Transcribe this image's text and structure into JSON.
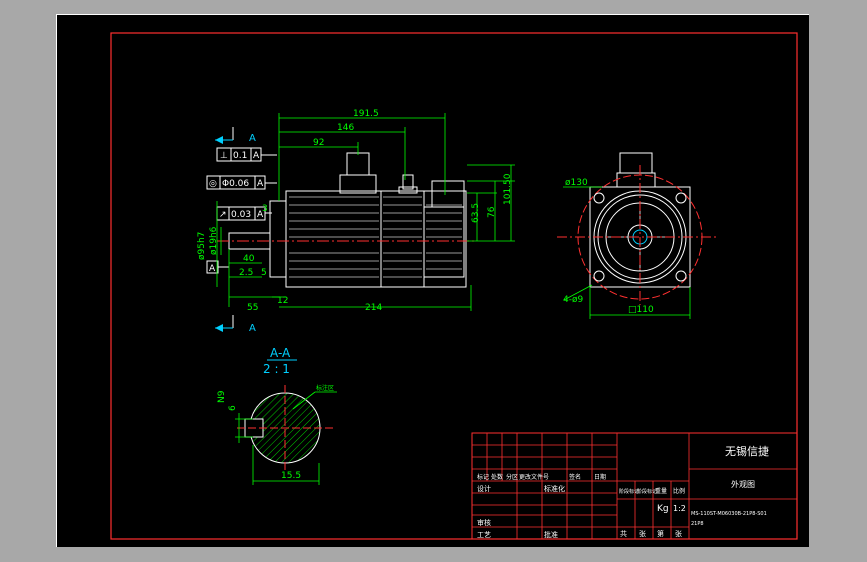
{
  "section_markers": {
    "top_label": "A",
    "bottom_label": "A"
  },
  "tolerances": {
    "perp_symbol": "⊥",
    "perp_value": "0.1",
    "perp_ref": "A",
    "conc_symbol": "◎",
    "conc_value": "Φ0.06",
    "conc_ref": "A",
    "runout_symbol": "↗",
    "runout_value": "0.03",
    "runout_ref": "A",
    "datum": "A"
  },
  "side_view_dims": {
    "total_length": "191.5",
    "body_length": "146",
    "connector_pos": "92",
    "height_101_50": "101.50",
    "height_76": "76",
    "height_63_5": "63.5",
    "flange_thk": "12",
    "shaft_len": "55",
    "frame_len": "214",
    "pilot_dia": "ø95h7",
    "shaft_dia": "ø19h6",
    "key_len": "40",
    "dim_2_5": "2.5",
    "dim_5": "5",
    "dim_3": "3"
  },
  "front_view_dims": {
    "bolt_circle": "ø130",
    "holes": "4-ø9",
    "square": "□110"
  },
  "section_view": {
    "title": "A-A",
    "scale": "2 : 1",
    "key_width": "6",
    "key_tol": "N9",
    "depth": "15.5",
    "note_label": "标注区"
  },
  "title_block": {
    "company": "无锡信捷",
    "drawing_name": "外观图",
    "weight_unit": "Kg",
    "scale": "1:2",
    "part_code_1": "MS-110ST-M06030B-21P8-S01",
    "part_code_2": "21P8",
    "headers_row": [
      "标记",
      "处数",
      "分区",
      "更改文件号",
      "签名",
      "日期"
    ],
    "row_design": [
      "设计",
      "",
      "标准化",
      ""
    ],
    "row_check": [
      "审核",
      "",
      "",
      ""
    ],
    "row_craft": [
      "工艺",
      "",
      "批准",
      ""
    ],
    "mid_headers": [
      "阶段标记",
      "阶段标记",
      "重量",
      "比例"
    ],
    "footer": [
      "共",
      "张",
      "第",
      "张"
    ]
  }
}
